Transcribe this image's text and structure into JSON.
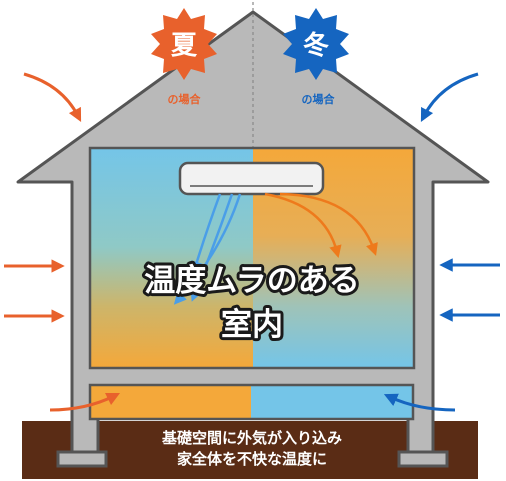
{
  "summer": {
    "badge": "夏",
    "caption": "の場合",
    "color": "#e8612c"
  },
  "winter": {
    "badge": "冬",
    "caption": "の場合",
    "color": "#1565c0"
  },
  "room": {
    "line1": "温度ムラのある",
    "line2": "室内"
  },
  "ground": {
    "line1": "基礎空間に外気が入り込み",
    "line2": "家全体を不快な温度に"
  },
  "colors": {
    "house_wall": "#b9b9b9",
    "house_outline": "#555555",
    "warm": "#f4a83a",
    "cool": "#74c5e8",
    "ground": "#5a2c15",
    "aircon": "#f2f2f2"
  }
}
